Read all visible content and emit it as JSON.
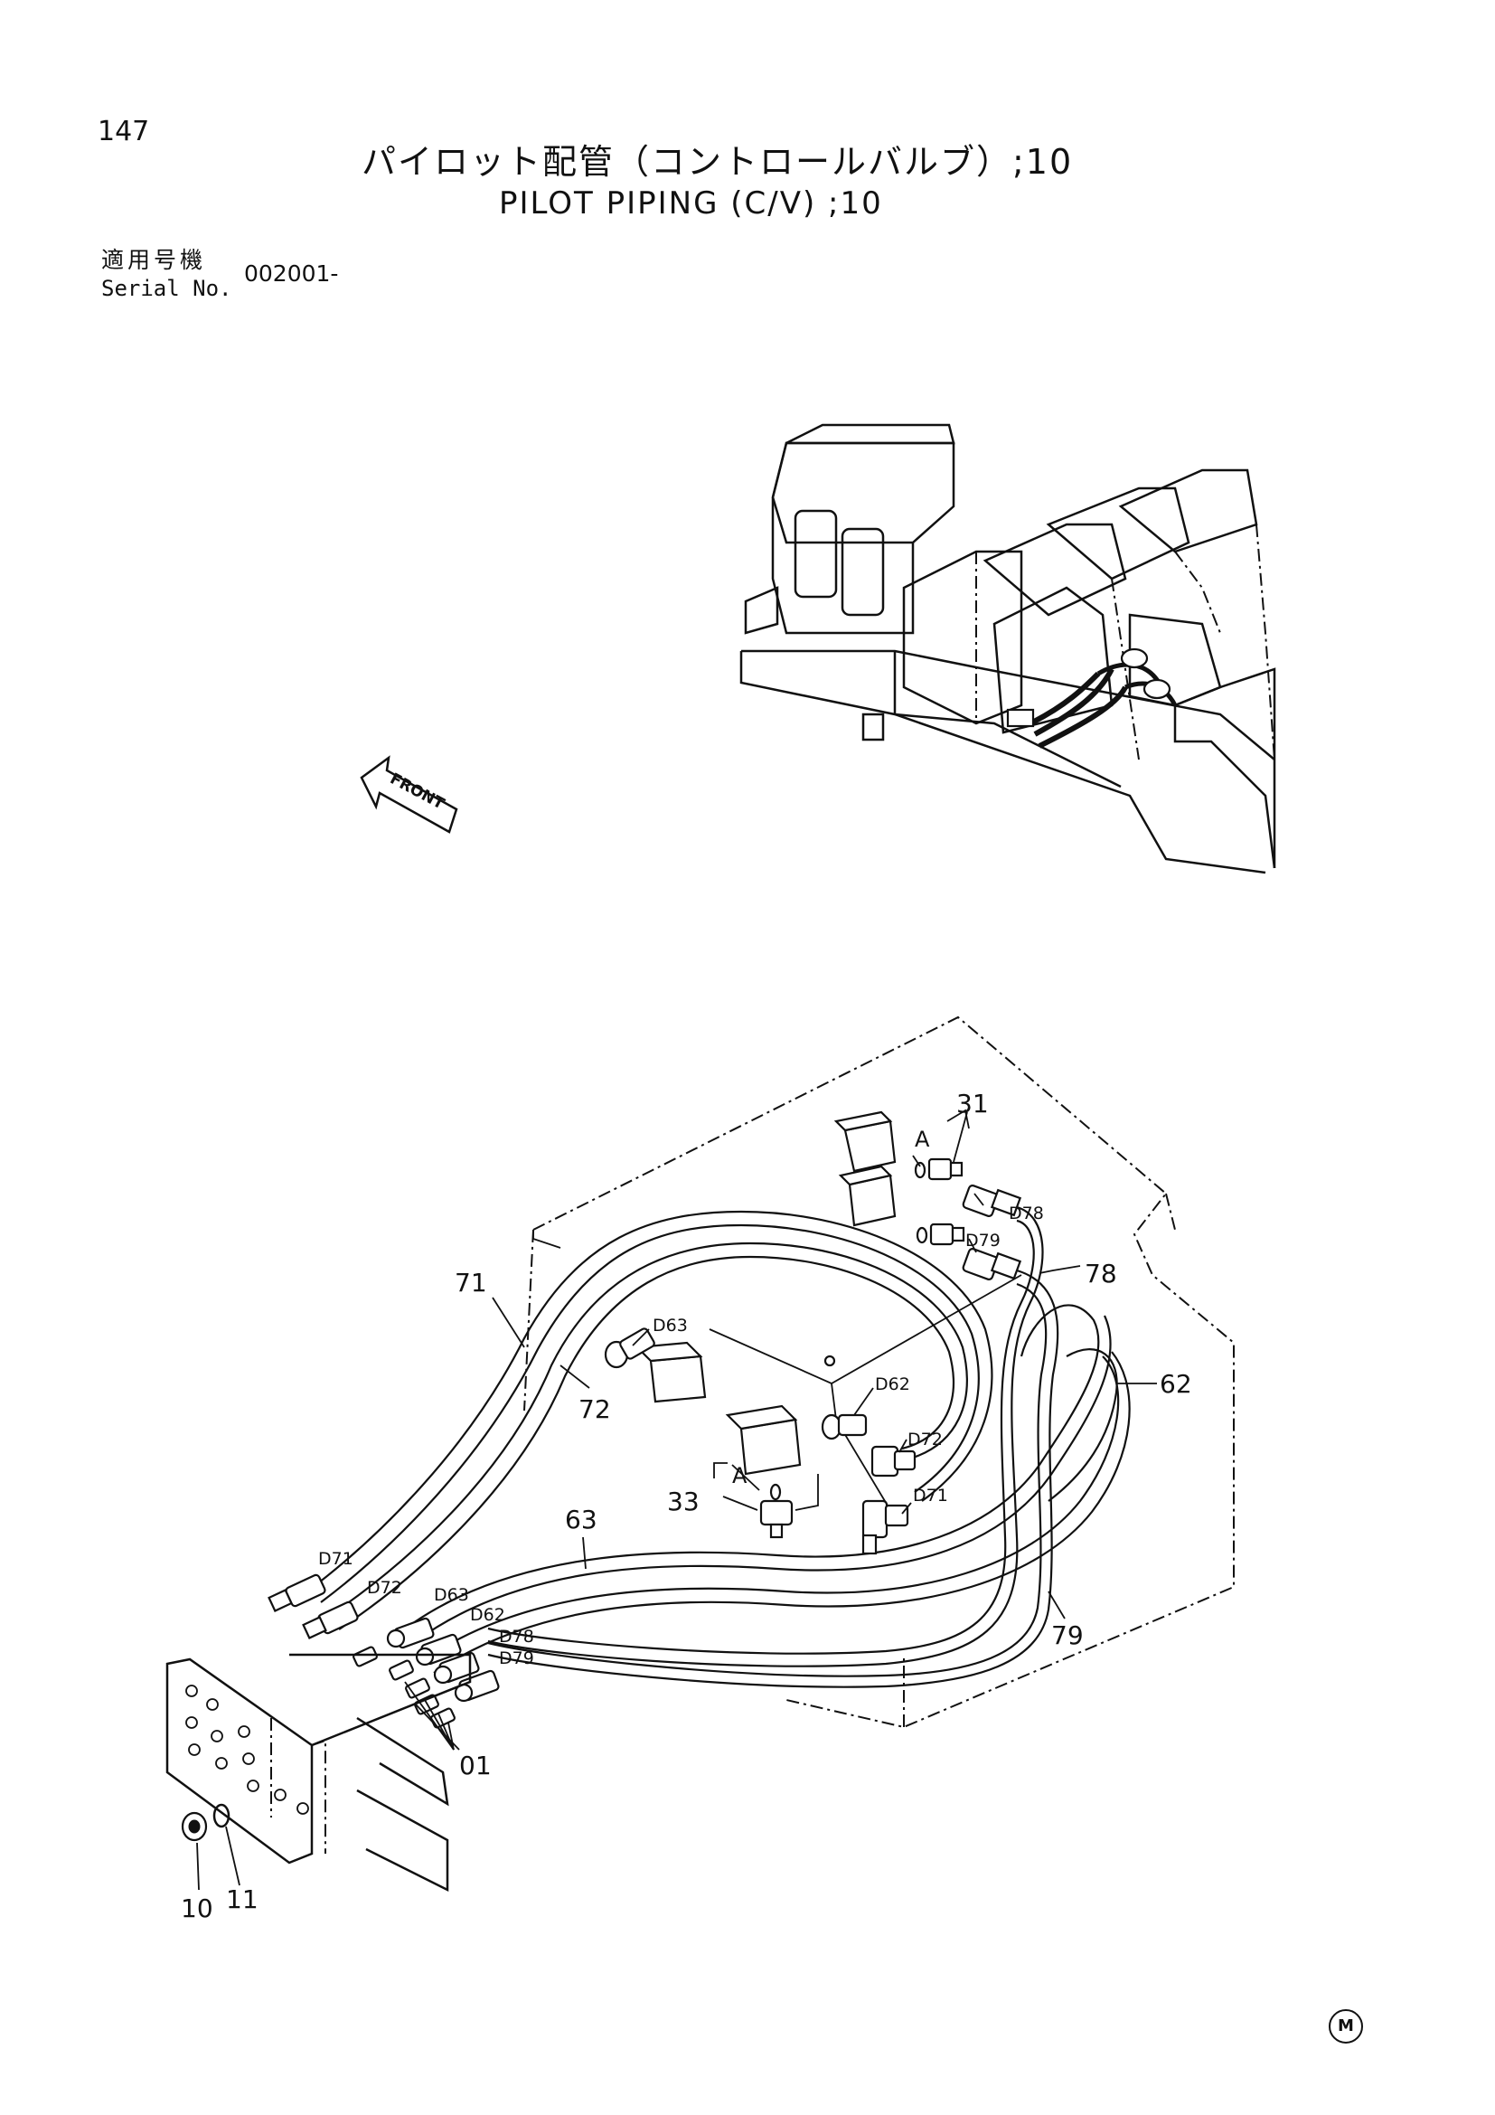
{
  "page": {
    "number": "147"
  },
  "title": {
    "japanese": "パイロット配管（コントロールバルブ）;10",
    "english": "PILOT PIPING (C/V) ;10"
  },
  "serial": {
    "label_jp": "適用号機",
    "label_en": "Serial No.",
    "value": "002001-"
  },
  "front_arrow": {
    "label": "FRONT"
  },
  "callouts": {
    "c31": "31",
    "c33": "33",
    "c62": "62",
    "c63": "63",
    "c71": "71",
    "c72": "72",
    "c78": "78",
    "c79": "79",
    "c01": "01",
    "c10": "10",
    "c11": "11"
  },
  "fitting_labels": {
    "D63_top": "D63",
    "D62_top": "D62",
    "D72_top": "D72",
    "D71_top": "D71",
    "D78_top": "D78",
    "D79_top": "D79",
    "D71_bot": "D71",
    "D72_bot": "D72",
    "D63_bot": "D63",
    "D62_bot": "D62",
    "D78_bot": "D78",
    "D79_bot": "D79"
  },
  "detail_labels": {
    "A_top": "A",
    "A_left": "A"
  },
  "mark": "M"
}
